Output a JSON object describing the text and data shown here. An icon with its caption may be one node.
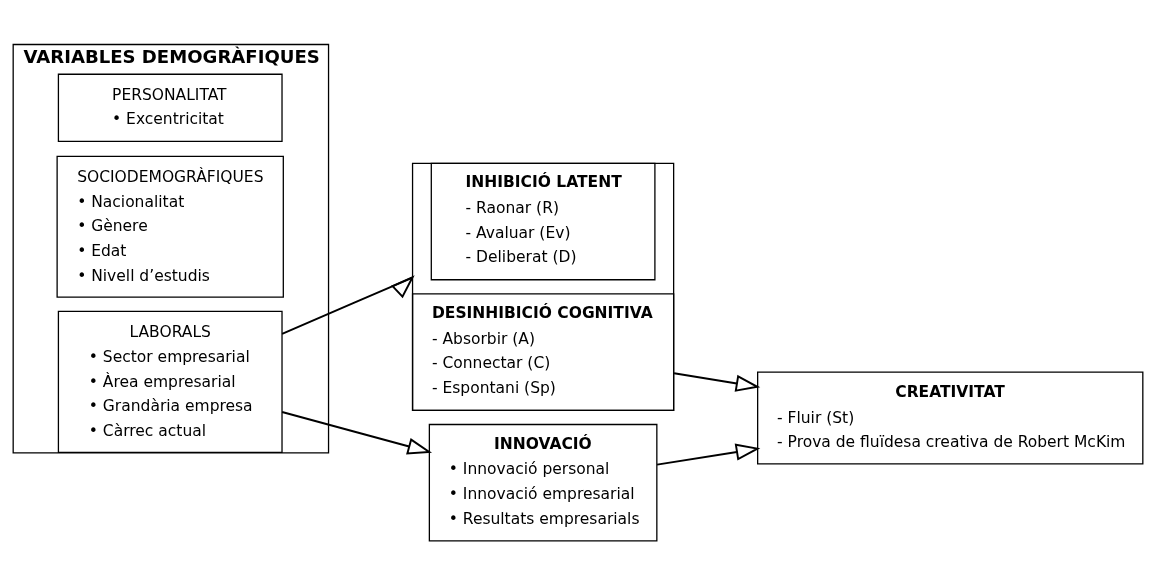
{
  "diagram": {
    "nodes": [
      {
        "text": [
          "VARIABLES DEMOGRÀFIQUES"
        ]
      },
      {
        "text": [
          "PERSONALITAT",
          "• Excentricitat"
        ],
        "in": 0
      },
      {
        "text": [
          "SOCIODEMOGRÀFIQUES",
          "• Nacionalitat",
          "• Gènere",
          "• Edat",
          "• Nivell d’estudis"
        ],
        "in": 0
      },
      {
        "text": [
          "LABORALS",
          "• Sector empresarial",
          "• Àrea empresarial",
          "• Grandària empresa",
          "• Càrrec actual"
        ],
        "in": 0
      },
      {
        "text": [],
        "shape": "box"
      },
      {
        "text": [
          "INHIBICIÓ LATENT",
          "- Raonar (R)",
          "- Avaluar (Ev)",
          "- Deliberat (D)"
        ],
        "in": 4
      },
      {
        "text": [
          "DESINHIBICIÓ COGNITIVA",
          "- Absorbir (A)",
          "- Connectar (C)",
          "- Espontani (Sp)"
        ],
        "in": 4
      },
      {
        "text": [
          "INNOVACIÓ",
          "• Innovació personal",
          "• Innovació empresarial",
          "• Resultats empresarials"
        ]
      },
      {
        "text": [
          "CREATIVITAT",
          "- Fluir (St)",
          "- Prova de fluïdesa creativa de Robert McKim"
        ]
      }
    ],
    "edges": [
      {
        "from": 0,
        "to": 4,
        "arrow": "to"
      },
      {
        "from": 0,
        "to": 7,
        "arrow": "to"
      },
      {
        "from": 4,
        "to": 8,
        "arrow": "to"
      },
      {
        "from": 7,
        "to": 8,
        "arrow": "to"
      }
    ]
  }
}
